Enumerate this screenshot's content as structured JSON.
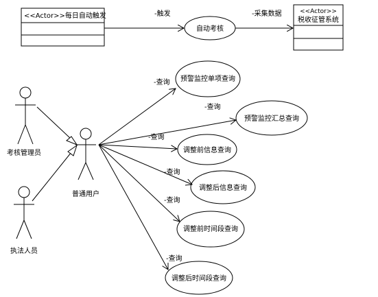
{
  "actors": {
    "daily_trigger": {
      "stereo": "<<Actor>>",
      "name": "每日自动触发"
    },
    "tax_system": {
      "stereo": "<<Actor>>",
      "name": "税收征管系统"
    },
    "assessor": {
      "name": "考核管理员"
    },
    "enforcer": {
      "name": "执法人员"
    },
    "general_user": {
      "name": "普通用户"
    }
  },
  "use_cases": {
    "auto_assess": "自动考核",
    "warn_single": "预警监控单项查询",
    "warn_summary": "预警监控汇总查询",
    "pre_adjust": "调整前信息查询",
    "post_adjust": "调整后信息查询",
    "pre_period": "调整前时间段查询",
    "post_period": "调整后时间段查询"
  },
  "relations": {
    "trigger": "-触发",
    "collect": "-采集数据",
    "query_1": "-查询",
    "query_2": "-查询",
    "query_3": "-查询",
    "query_4": "-查询",
    "query_5": "-查询",
    "query_6": "-查询"
  }
}
